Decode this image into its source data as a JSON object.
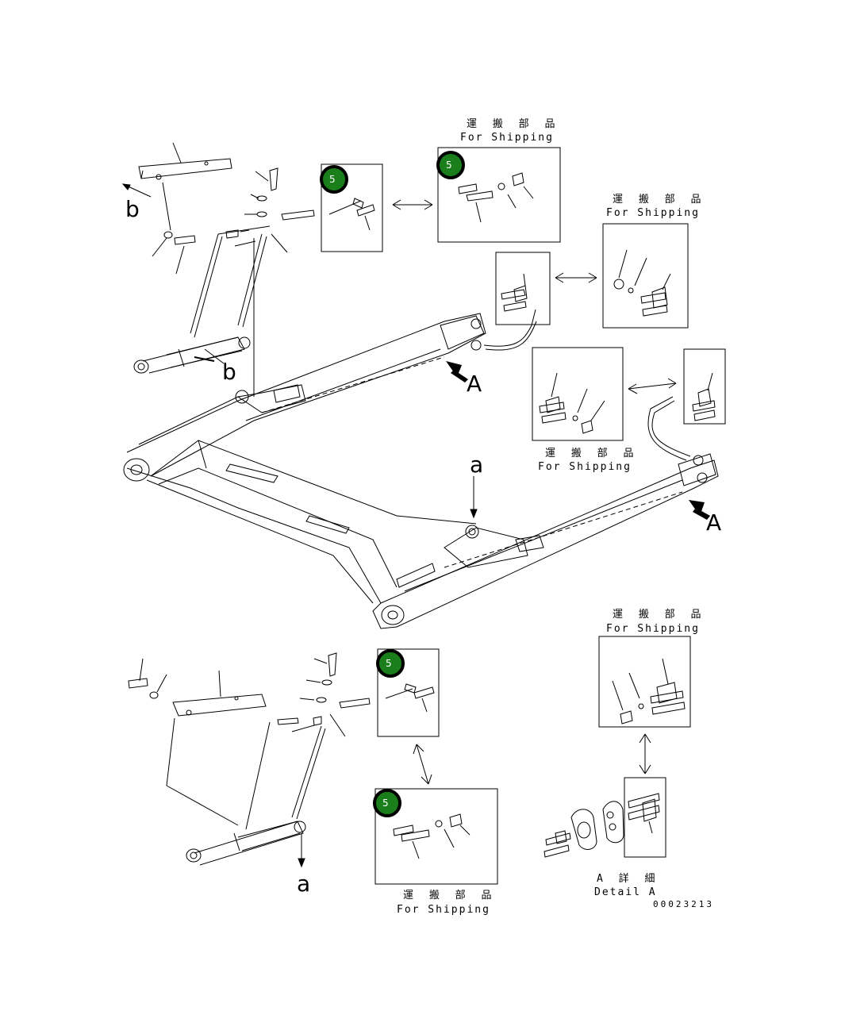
{
  "shipping_label_jp": "運 搬 部 品",
  "shipping_label_en": "For Shipping",
  "detail_label_jp": "A 詳 細",
  "detail_label_en": "Detail A",
  "callout_number": "5",
  "view_letter_A": "A",
  "ref_letter_a": "a",
  "ref_letter_b": "b",
  "document_number": "00023213",
  "colors": {
    "callout_fill": "#1a7f1a",
    "line": "#000000",
    "background": "#ffffff"
  }
}
